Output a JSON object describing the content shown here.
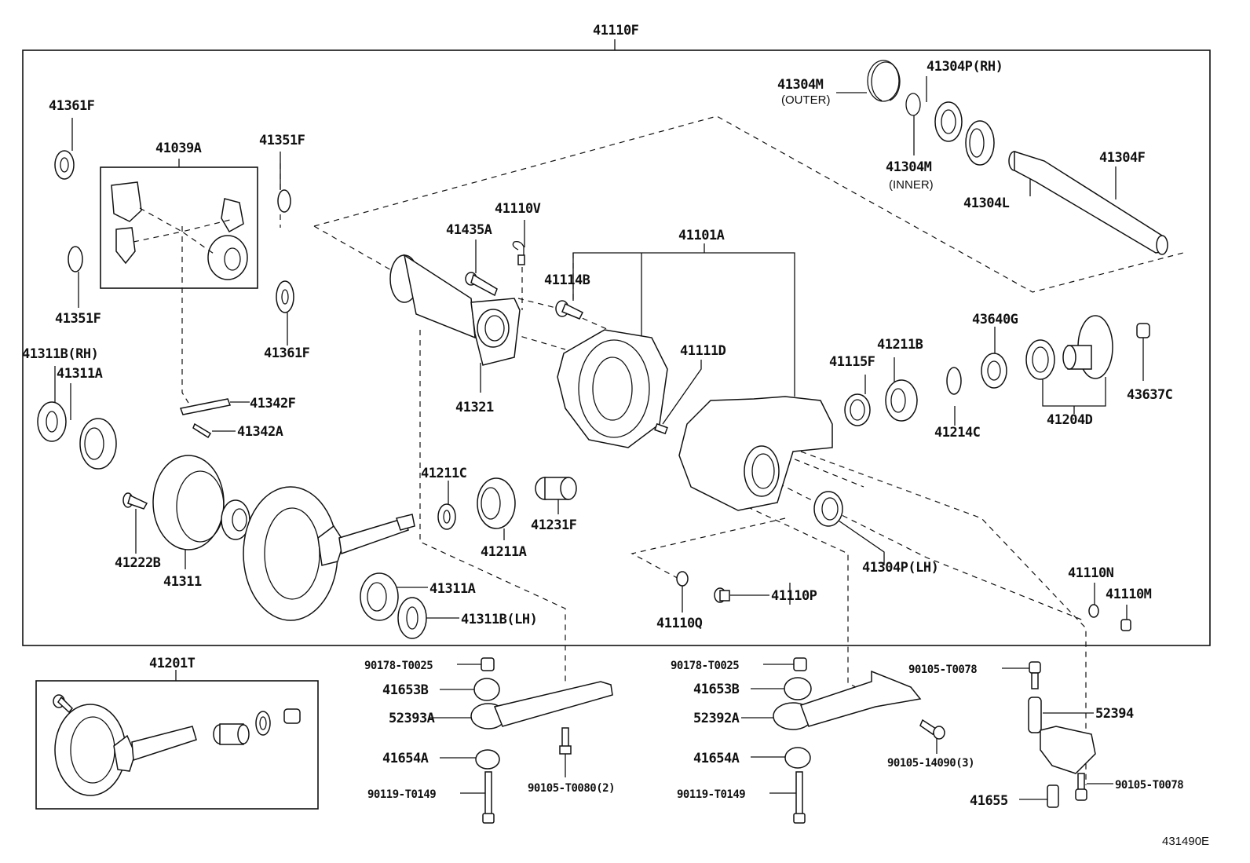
{
  "diagram": {
    "type": "exploded-parts-diagram",
    "reference_code": "431490E",
    "assembly_label": "41110F",
    "group_labels": {
      "differential_case_kit": "41039A",
      "carrier_case": "41101A",
      "ring_pinion_kit": "41201T",
      "drive_pinion_flange": "41204D"
    },
    "parts": [
      {
        "id": "41361F",
        "position": "top-left"
      },
      {
        "id": "41039A",
        "position": "pinion-gear-kit"
      },
      {
        "id": "41351F",
        "position": "upper"
      },
      {
        "id": "41351F",
        "position": "left"
      },
      {
        "id": "41361F",
        "position": "mid-left"
      },
      {
        "id": "41311B(RH)",
        "position": "left"
      },
      {
        "id": "41311A",
        "position": "left"
      },
      {
        "id": "41342F",
        "position": "pin"
      },
      {
        "id": "41342A",
        "position": "pin"
      },
      {
        "id": "41222B",
        "position": "bolt"
      },
      {
        "id": "41311",
        "position": "diff-case"
      },
      {
        "id": "41311A",
        "position": "lower"
      },
      {
        "id": "41311B(LH)",
        "position": "lower"
      },
      {
        "id": "41435A",
        "position": "bolt"
      },
      {
        "id": "41110V",
        "position": "breather"
      },
      {
        "id": "41321",
        "position": "tube"
      },
      {
        "id": "41114B",
        "position": "bolt"
      },
      {
        "id": "41101A",
        "position": "carrier"
      },
      {
        "id": "41111D",
        "position": "pin"
      },
      {
        "id": "41211C",
        "position": "washer"
      },
      {
        "id": "41211A",
        "position": "bearing"
      },
      {
        "id": "41231F",
        "position": "spacer"
      },
      {
        "id": "41115F",
        "position": "seal"
      },
      {
        "id": "41211B",
        "position": "bearing"
      },
      {
        "id": "41214C",
        "position": "washer"
      },
      {
        "id": "43640G",
        "position": "seal"
      },
      {
        "id": "41204D",
        "position": "flange"
      },
      {
        "id": "43637C",
        "position": "nut"
      },
      {
        "id": "41304M",
        "note": "(OUTER)"
      },
      {
        "id": "41304M",
        "note": "(INNER)"
      },
      {
        "id": "41304P(RH)",
        "position": "seal"
      },
      {
        "id": "41304L",
        "position": "bearing"
      },
      {
        "id": "41304F",
        "position": "shaft"
      },
      {
        "id": "41304P(LH)",
        "position": "seal"
      },
      {
        "id": "41110N",
        "position": "gasket"
      },
      {
        "id": "41110M",
        "position": "plug"
      },
      {
        "id": "41110Q",
        "position": "gasket"
      },
      {
        "id": "41110P",
        "position": "plug"
      },
      {
        "id": "41201T",
        "position": "kit"
      }
    ],
    "labels": {
      "a41110F": "41110F",
      "a41361F_top": "41361F",
      "a41039A": "41039A",
      "a41351F_top": "41351F",
      "a41351F_left": "41351F",
      "a41361F_mid": "41361F",
      "a41311B_RH": "41311B(RH)",
      "a41311A_left": "41311A",
      "a41342F": "41342F",
      "a41342A": "41342A",
      "a41222B": "41222B",
      "a41311": "41311",
      "a41311A_low": "41311A",
      "a41311B_LH": "41311B(LH)",
      "a41435A": "41435A",
      "a41110V": "41110V",
      "a41321": "41321",
      "a41114B": "41114B",
      "a41101A": "41101A",
      "a41111D": "41111D",
      "a41211C": "41211C",
      "a41211A": "41211A",
      "a41231F": "41231F",
      "a41115F": "41115F",
      "a41211B": "41211B",
      "a41214C": "41214C",
      "a43640G": "43640G",
      "a41204D": "41204D",
      "a43637C": "43637C",
      "a41304M_outer": "41304M",
      "a41304M_outer_note": "(OUTER)",
      "a41304M_inner": "41304M",
      "a41304M_inner_note": "(INNER)",
      "a41304P_RH": "41304P(RH)",
      "a41304L": "41304L",
      "a41304F": "41304F",
      "a41304P_LH": "41304P(LH)",
      "a41110N": "41110N",
      "a41110M": "41110M",
      "a41110Q": "41110Q",
      "a41110P": "41110P",
      "a41201T": "41201T"
    },
    "mount_left": {
      "nut": "90178-T0025",
      "upper_cushion": "41653B",
      "arm": "52393A",
      "lower_cushion": "41654A",
      "bolt": "90119-T0149",
      "stud": "90105-T0080(2)"
    },
    "mount_middle": {
      "nut": "90178-T0025",
      "upper_cushion": "41653B",
      "arm": "52392A",
      "lower_cushion": "41654A",
      "bolt": "90119-T0149",
      "side_bolt": "90105-14090(3)"
    },
    "mount_right": {
      "top_bolt": "90105-T0078",
      "bracket": "52394",
      "bushing": "41655",
      "bottom_bolt": "90105-T0078"
    }
  }
}
